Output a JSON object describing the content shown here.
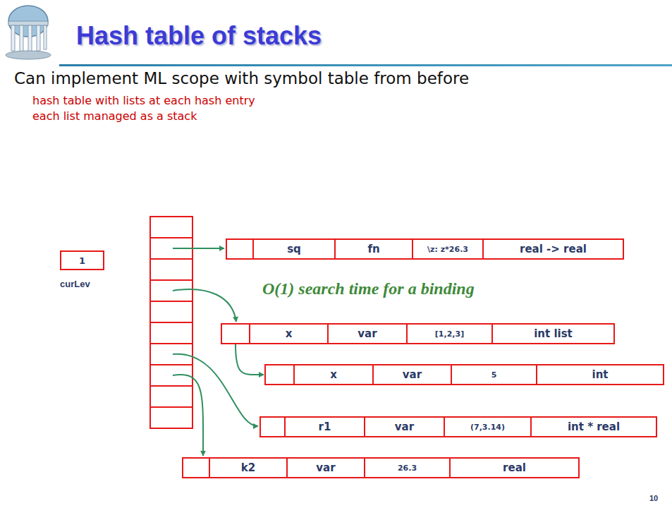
{
  "diagram": {
    "title": "Hash table of stacks",
    "nodes": [
      {
        "text": [
          "1",
          "curLev"
        ]
      },
      {
        "text": [
          "sq",
          "fn",
          "\\z: z*26.3",
          "real -> real"
        ]
      },
      {
        "text": [
          "x",
          "var",
          "[1,2,3]",
          "int list"
        ]
      },
      {
        "text": [
          "x",
          "var",
          "5",
          "int"
        ]
      },
      {
        "text": [
          "r1",
          "var",
          "(7,3.14)",
          "int * real"
        ]
      },
      {
        "text": [
          "k2",
          "var",
          "26.3",
          "real"
        ]
      }
    ],
    "edges": [
      {
        "from": 2,
        "to": 3,
        "arrow": "to"
      }
    ],
    "labels": [
      "Can implement ML scope with symbol table from before",
      "hash table with lists at each hash entry",
      "each list managed as a stack",
      "O(1) search time for a binding",
      "10"
    ]
  }
}
